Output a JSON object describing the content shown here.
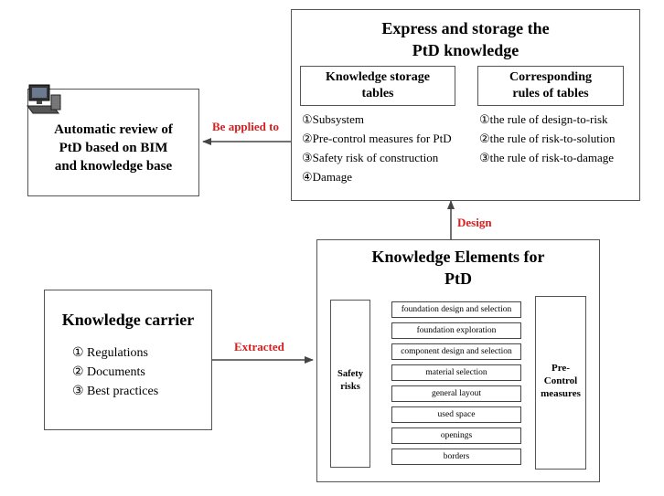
{
  "express_box": {
    "title_line1": "Express and storage the",
    "title_line2": "PtD knowledge",
    "storage_tables": {
      "header_line1": "Knowledge storage",
      "header_line2": "tables",
      "items": [
        "①Subsystem",
        "②Pre-control measures for PtD",
        "③Safety risk of construction",
        "④Damage"
      ]
    },
    "rules": {
      "header_line1": "Corresponding",
      "header_line2": "rules of tables",
      "items": [
        "①the rule of design-to-risk",
        "②the rule of risk-to-solution",
        "③the rule of risk-to-damage"
      ]
    }
  },
  "review_box": {
    "line1": "Automatic review of",
    "line2": "PtD based on BIM",
    "line3": "and knowledge base",
    "icon": "computer-icon"
  },
  "elements_box": {
    "title_line1": "Knowledge Elements for",
    "title_line2": "PtD",
    "left_label": "Safety risks",
    "right_label_line1": "Pre-",
    "right_label_line2": "Control",
    "right_label_line3": "measures",
    "items": [
      "foundation design and selection",
      "foundation exploration",
      "component design and selection",
      "material selection",
      "general layout",
      "used space",
      "openings",
      "borders"
    ]
  },
  "carrier_box": {
    "title": "Knowledge carrier",
    "items": [
      "① Regulations",
      "② Documents",
      "③ Best practices"
    ]
  },
  "arrows": {
    "applied": "Be applied to",
    "design": "Design",
    "extracted": "Extracted"
  },
  "colors": {
    "label_red": "#d81e1e",
    "border": "#555555"
  }
}
